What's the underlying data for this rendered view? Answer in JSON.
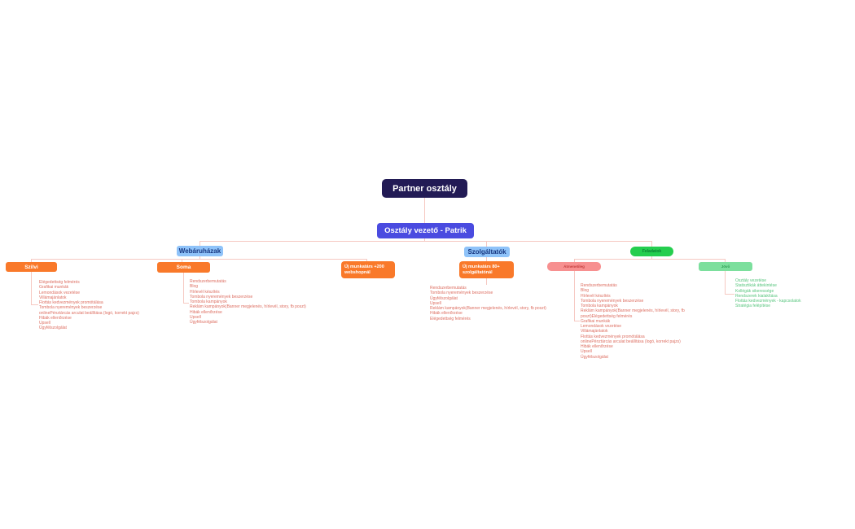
{
  "title": "Partner osztály",
  "manager": "Osztály vezető - Patrik",
  "colors": {
    "root_bg": "#221b55",
    "manager_bg": "#4a4be0",
    "group_bg": "#8fc3f9",
    "group_text": "#16357f",
    "member_bg": "#f9792a",
    "tasks_bg": "#25ce4f",
    "tasks_text": "#0d8034",
    "temporary_bg": "#f79090",
    "temporary_text": "#c43d3d",
    "future_bg": "#7cdf9d",
    "future_text": "#2f9e55",
    "connector": "#f6c9c2",
    "task_text_orange": "#dd6f62",
    "task_text_green": "#58c57e"
  },
  "groups": [
    {
      "label": "Webáruházak",
      "children": [
        {
          "label": "Szilvi",
          "tasks": [
            "Elégedettség felmérés",
            "Grafikai munkák",
            "Lemondások vezetése",
            "Villámajánlatok",
            "Flottás kedvezmények promótálása",
            "Tombola nyeremények beszerzése",
            "onlinePénztárcás arculat beállítása (logó, korrekt pajzs)",
            "Hibák ellenőrzése",
            "Upsell",
            "Ügyfélszolgálat"
          ]
        },
        {
          "label": "Soma",
          "tasks": [
            "Rendszerbemutatás",
            "Blog",
            "Hírlevél készítés",
            "Tombola nyeremények beszerzése",
            "Tombola kampányok",
            "Reklám kampányok(Banner megjelenés, hírlevél, story, fb poszt)",
            "Hibák ellenőrzése",
            "Upsell",
            "Ügyfélszolgálat"
          ]
        },
        {
          "label": "Új munkatárs +200 webshopnál",
          "tasks": []
        }
      ]
    },
    {
      "label": "Szolgáltatók",
      "children": [
        {
          "label": "Új munkatárs 80+ szolgáltatónál",
          "tasks": [
            "Rendszerbemutatás",
            "Tombola nyeremények beszerzése",
            "Ügyfélszolgálat",
            "Upsell",
            "Reklám kampányok(Banner megjelenés, hírlevél, story, fb poszt)",
            "Hibák ellenőrzése",
            "Elégedettség felmérés"
          ]
        }
      ]
    },
    {
      "label": "Feladatok",
      "children": [
        {
          "label": "Átmenetileg",
          "tasks": [
            "Rendszerbemutatás",
            "Blog",
            "Hírlevél készítés",
            "Tombola nyeremények beszerzése",
            "Tombola kampányok",
            "Reklám kampányok(Banner megjelenés, hírlevél, story, fb",
            "poszt)Elégedettség felmérés",
            "Grafikai munkák",
            "Lemondások vezetése",
            "Villámajánlatok",
            "Flottás kedvezmények promótálása",
            "onlinePénztárcás arculat beállítása (logó, korrekt pajzs)",
            "Hibák ellenőrzése",
            "Upsell",
            "Ügyfélszolgálat"
          ]
        },
        {
          "label": "Jövő",
          "tasks": [
            "Osztály vezetése",
            "Statisztikák áttekintése",
            "Kollégák sikeressége",
            "Rendszerek kialakítása",
            "Flottás kedvezmények - kapcsolatok",
            "Stratégia felépítése"
          ]
        }
      ]
    }
  ]
}
